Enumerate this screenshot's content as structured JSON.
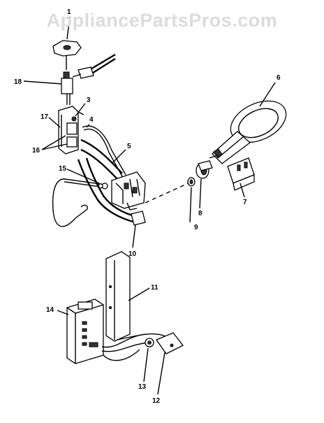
{
  "watermark": "AppliancePartsPros.com",
  "callouts": [
    {
      "id": "1",
      "text": "1"
    },
    {
      "id": "3",
      "text": "3"
    },
    {
      "id": "4",
      "text": "4"
    },
    {
      "id": "5",
      "text": "5"
    },
    {
      "id": "6",
      "text": "6"
    },
    {
      "id": "7",
      "text": "7"
    },
    {
      "id": "8",
      "text": "8"
    },
    {
      "id": "9",
      "text": "9"
    },
    {
      "id": "10",
      "text": "10"
    },
    {
      "id": "11",
      "text": "11"
    },
    {
      "id": "12",
      "text": "12"
    },
    {
      "id": "13",
      "text": "13"
    },
    {
      "id": "14",
      "text": "14"
    },
    {
      "id": "15",
      "text": "15"
    },
    {
      "id": "16",
      "text": "16"
    },
    {
      "id": "17",
      "text": "17"
    },
    {
      "id": "18",
      "text": "18"
    }
  ]
}
